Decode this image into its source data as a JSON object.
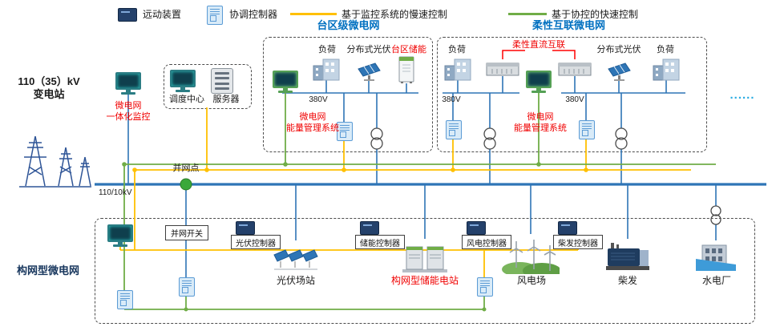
{
  "legend": {
    "remote_device": "远动装置",
    "coord_controller": "协调控制器",
    "slow_control": "基于监控系统的慢速控制",
    "fast_control": "基于协控的快速控制"
  },
  "colors": {
    "slow_control": "#ffc000",
    "fast_control": "#70ad47",
    "bus": "#2e75b6",
    "highlight": "#ff0000",
    "section_title": "#0070c0",
    "remote_device": "#24416b",
    "coord_controller": "#d9ebf8"
  },
  "substation": {
    "line1": "110（35）kV",
    "line2": "变电站"
  },
  "monitor": {
    "line1": "微电网",
    "line2": "一体化监控"
  },
  "dispatch": {
    "center": "调度中心",
    "server": "服务器"
  },
  "taiqu": {
    "title": "台区级微电网",
    "load": "负荷",
    "pv": "分布式光伏",
    "storage": "台区储能",
    "voltage": "380V",
    "ems_line1": "微电网",
    "ems_line2": "能量管理系统"
  },
  "flex": {
    "title": "柔性互联微电网",
    "load1": "负荷",
    "dc_link": "柔性直流互联",
    "pv": "分布式光伏",
    "load2": "负荷",
    "voltage1": "380V",
    "voltage2": "380V",
    "ems_line1": "微电网",
    "ems_line2": "能量管理系统"
  },
  "bus": {
    "label": "110/10kV",
    "pcc": "并网点",
    "dots": "......"
  },
  "bottom": {
    "title": "构网型微电网",
    "switch": "并网开关",
    "pv_controller": "光伏控制器",
    "ess_controller": "储能控制器",
    "wind_controller": "风电控制器",
    "diesel_controller": "柴发控制器",
    "pv_plant": "光伏场站",
    "ess_plant": "构网型储能电站",
    "wind_plant": "风电场",
    "diesel_plant": "柴发",
    "hydro_plant": "水电厂"
  }
}
